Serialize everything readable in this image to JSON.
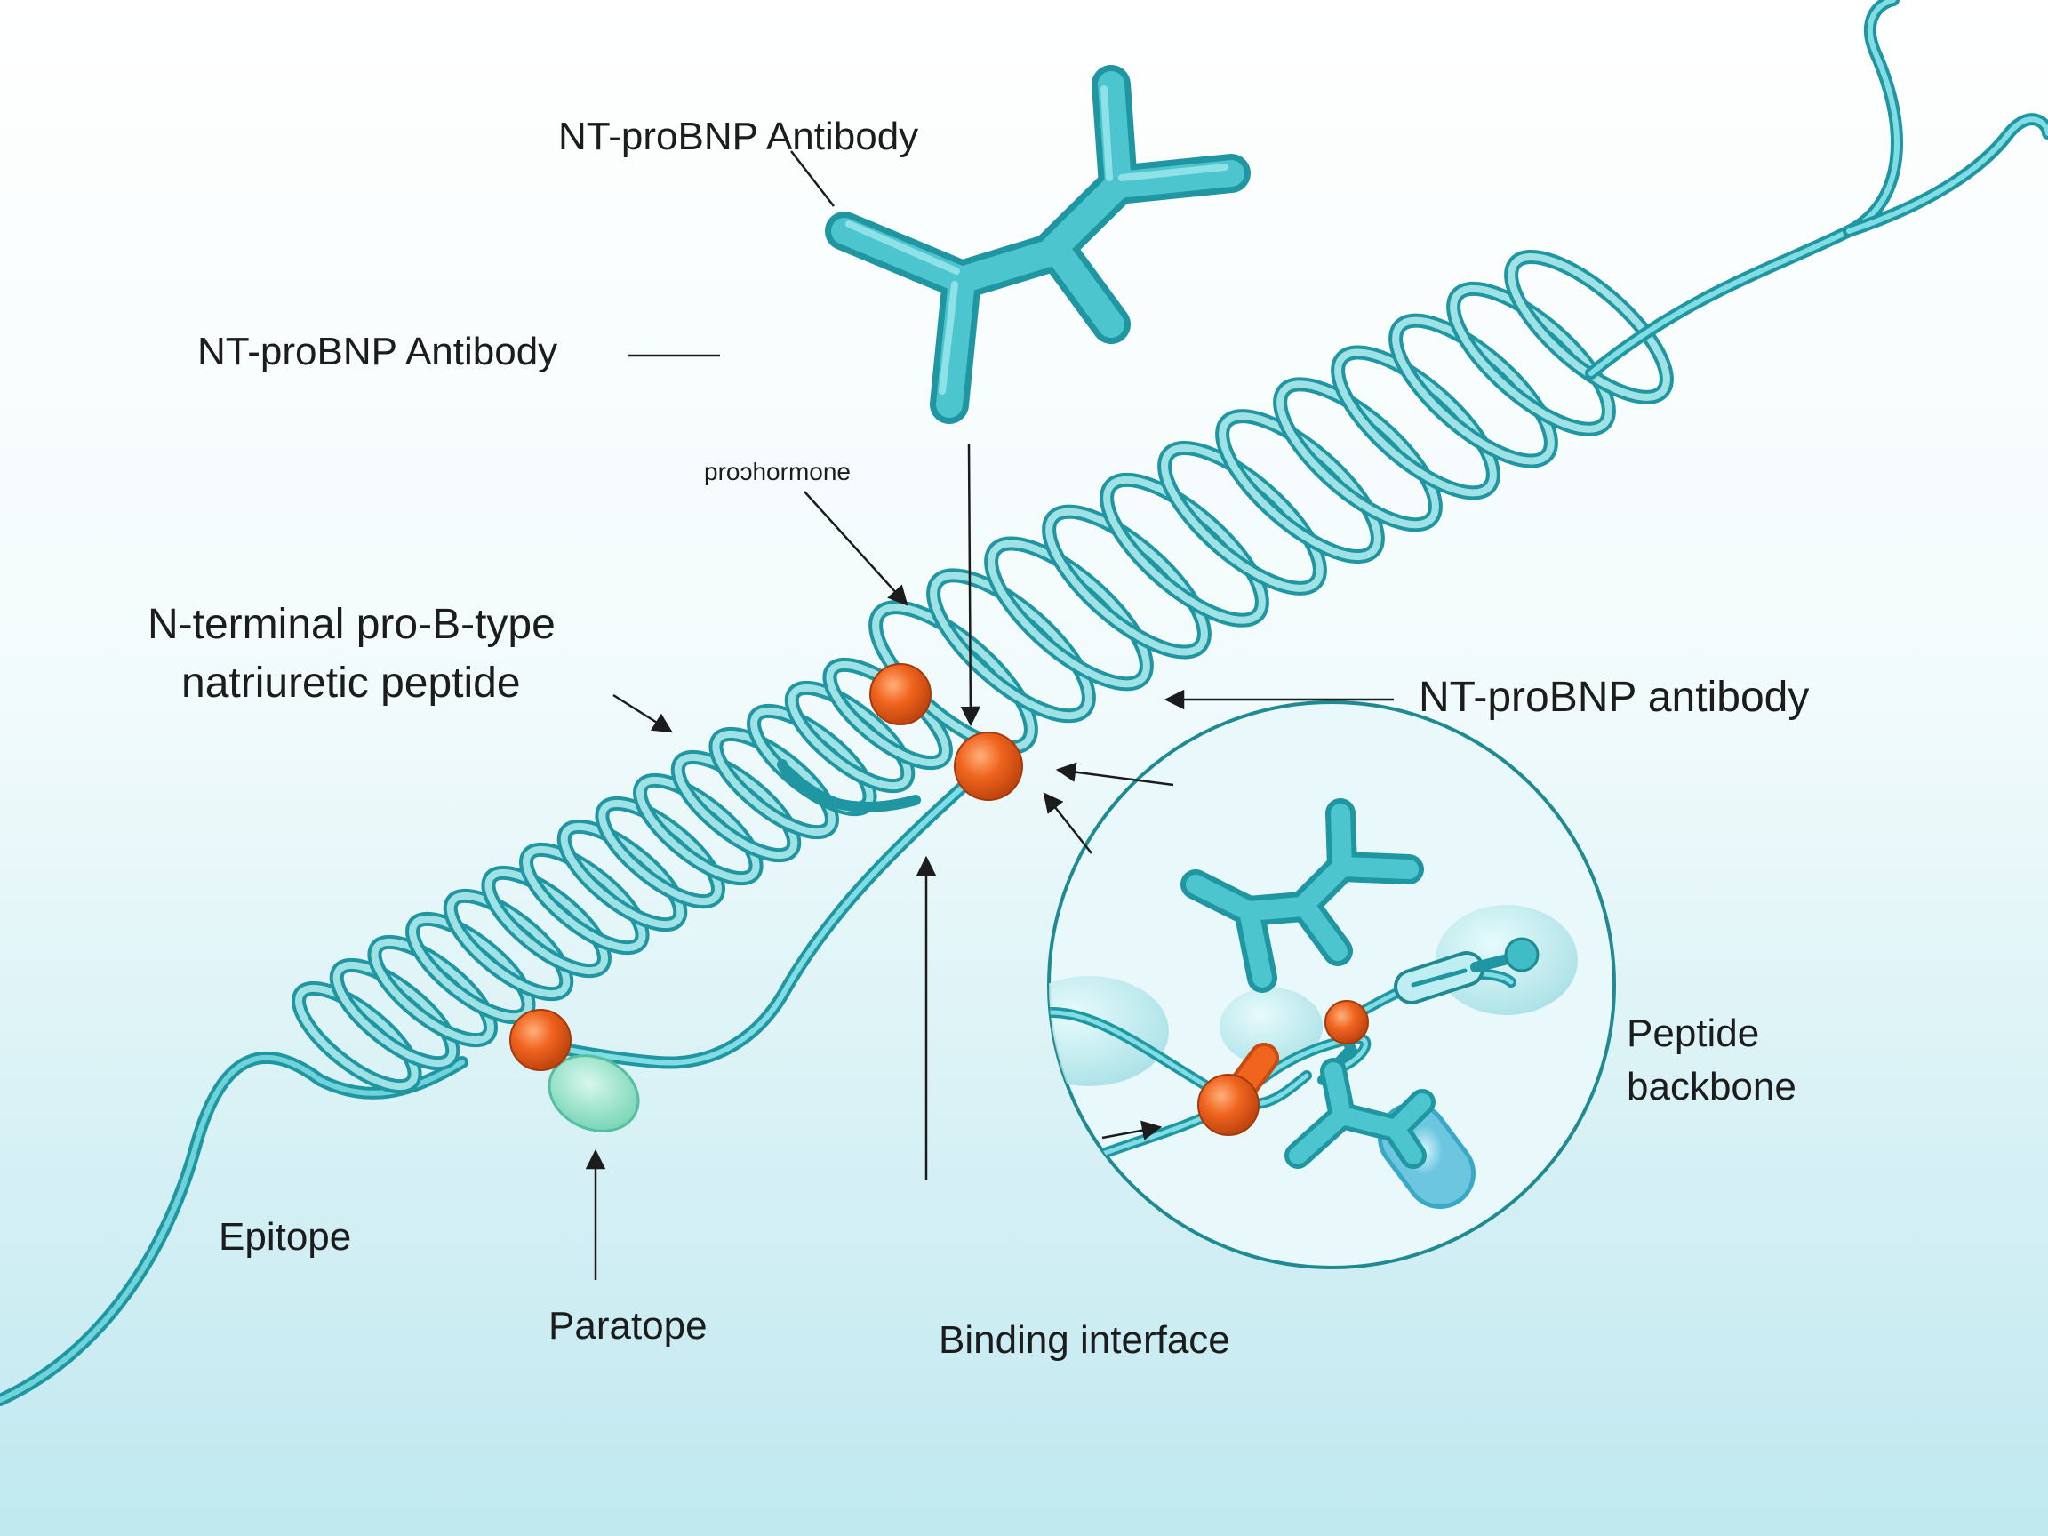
{
  "labels": {
    "antibody_top": "NT-proBNP Antibody",
    "antibody_left": "NT-proBNP Antibody",
    "prohormone": "proɔhormone",
    "nt_pro_b_line1": "N-terminal pro-B-type",
    "nt_pro_b_line2": "natriuretic peptide",
    "antibody_right": "NT-proBNP antibody",
    "peptide_backbone_line1": "Peptide",
    "peptide_backbone_line2": "backbone",
    "epitope": "Epitope",
    "paratope": "Paratope",
    "binding_interface": "Binding interface"
  },
  "colors": {
    "teal": "#3fbcc6",
    "teal_dark": "#1f96a1",
    "teal_light": "#9fe2e6",
    "orange": "#f0641e",
    "orange_dark": "#c94a10",
    "mint": "#8fe0c4",
    "bg_top": "#ffffff",
    "bg_bottom": "#bfe8ef",
    "text": "#1c1c1c"
  }
}
